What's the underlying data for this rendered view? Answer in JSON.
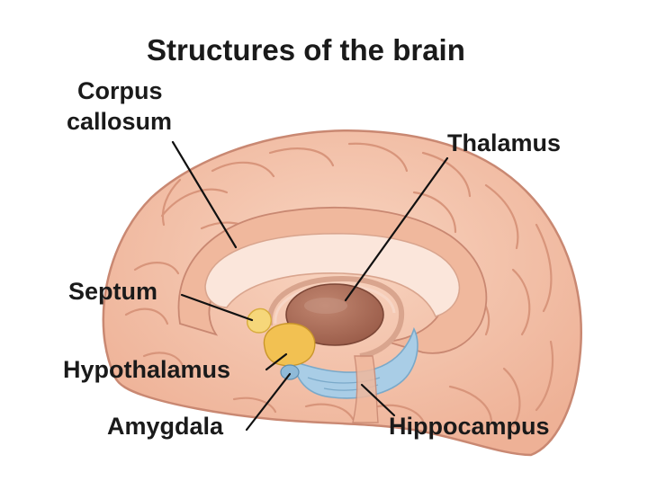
{
  "title": "Structures of the brain",
  "labels": {
    "corpus_callosum_line1": "Corpus",
    "corpus_callosum_line2": "callosum",
    "thalamus": "Thalamus",
    "septum": "Septum",
    "hypothalamus": "Hypothalamus",
    "amygdala": "Amygdala",
    "hippocampus": "Hippocampus"
  },
  "colors": {
    "cortex": "#f4c3aa",
    "cortex_dark": "#e39f84",
    "cortex_outline": "#c98872",
    "corpus_callosum": "#fbe6db",
    "thalamus": "#a96a55",
    "septum": "#f6d77a",
    "hypothalamus": "#f2c152",
    "hippocampus": "#a9cde6",
    "amygdala": "#8fbad8",
    "leader": "#111111"
  }
}
